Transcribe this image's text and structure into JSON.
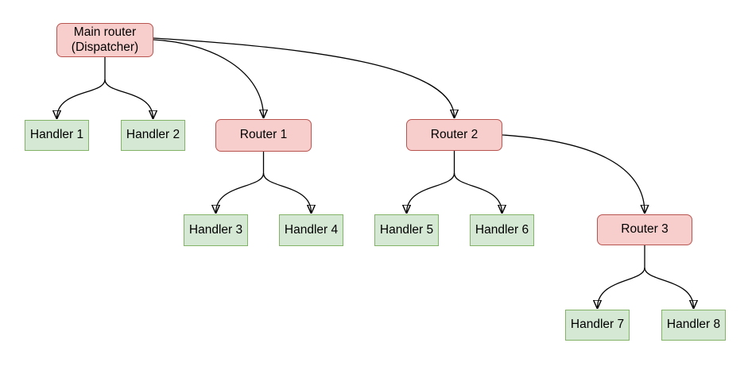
{
  "diagram": {
    "type": "tree-flowchart",
    "background": "#ffffff",
    "colors": {
      "router_fill": "#f8cecc",
      "router_stroke": "#b85450",
      "handler_fill": "#d5e8d4",
      "handler_stroke": "#82b366",
      "edge_stroke": "#000000",
      "text": "#000000"
    },
    "nodes": {
      "main_router": {
        "label": "Main router\n(Dispatcher)",
        "type": "router"
      },
      "handler1": {
        "label": "Handler 1",
        "type": "handler"
      },
      "handler2": {
        "label": "Handler 2",
        "type": "handler"
      },
      "router1": {
        "label": "Router 1",
        "type": "router"
      },
      "router2": {
        "label": "Router 2",
        "type": "router"
      },
      "handler3": {
        "label": "Handler 3",
        "type": "handler"
      },
      "handler4": {
        "label": "Handler 4",
        "type": "handler"
      },
      "handler5": {
        "label": "Handler 5",
        "type": "handler"
      },
      "handler6": {
        "label": "Handler 6",
        "type": "handler"
      },
      "router3": {
        "label": "Router 3",
        "type": "router"
      },
      "handler7": {
        "label": "Handler 7",
        "type": "handler"
      },
      "handler8": {
        "label": "Handler 8",
        "type": "handler"
      }
    },
    "edges": [
      {
        "from": "main_router",
        "to": "handler1"
      },
      {
        "from": "main_router",
        "to": "handler2"
      },
      {
        "from": "main_router",
        "to": "router1"
      },
      {
        "from": "main_router",
        "to": "router2"
      },
      {
        "from": "router1",
        "to": "handler3"
      },
      {
        "from": "router1",
        "to": "handler4"
      },
      {
        "from": "router2",
        "to": "handler5"
      },
      {
        "from": "router2",
        "to": "handler6"
      },
      {
        "from": "router2",
        "to": "router3"
      },
      {
        "from": "router3",
        "to": "handler7"
      },
      {
        "from": "router3",
        "to": "handler8"
      }
    ]
  }
}
